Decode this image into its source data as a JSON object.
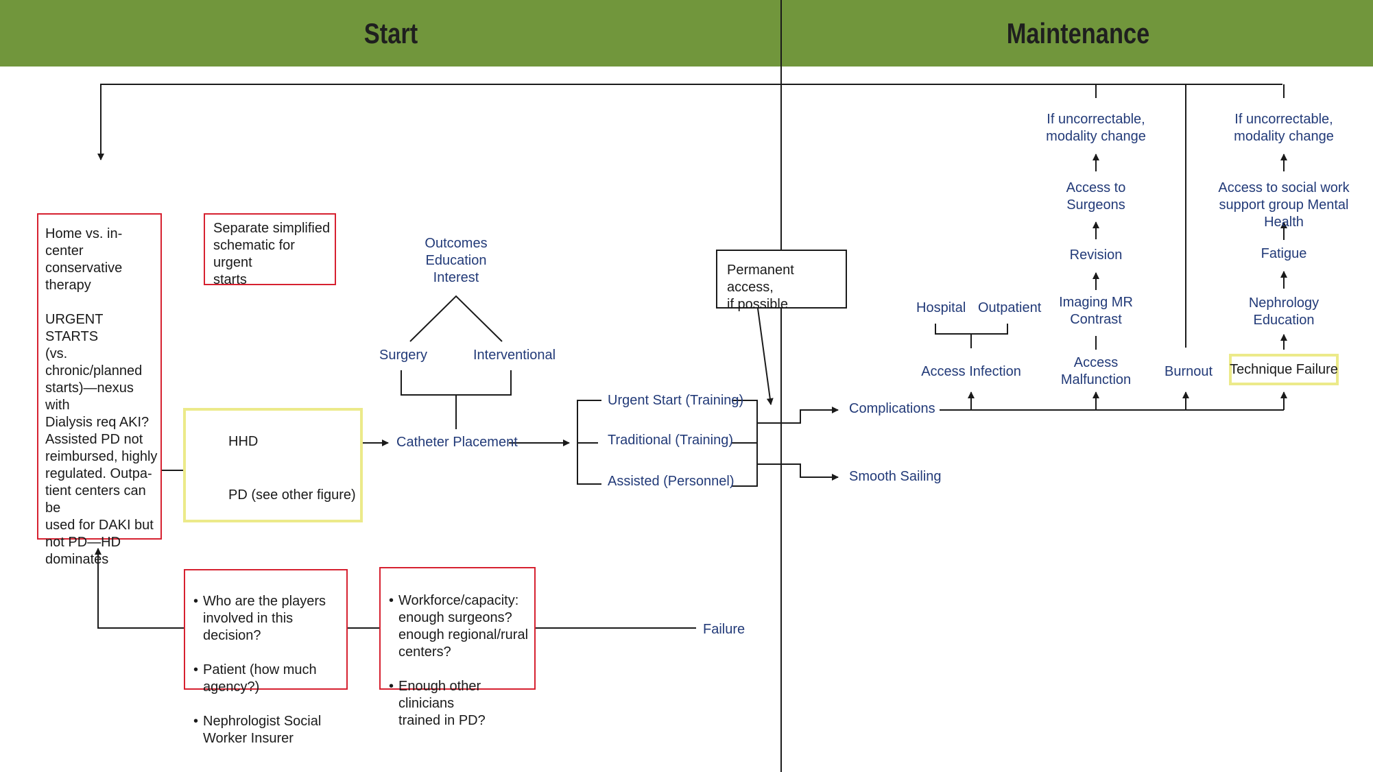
{
  "header": {
    "start_title": "Start",
    "maintenance_title": "Maintenance",
    "band_color": "#71963c"
  },
  "colors": {
    "box_red": "#d6202f",
    "box_yellow": "#ecea8a",
    "node_text_blue": "#223a78",
    "line_black": "#1a1a1a"
  },
  "start": {
    "home_box": "Home vs. in-center\nconservative therapy\n\nURGENT STARTS\n(vs. chronic/planned\nstarts)—nexus with\nDialysis req AKI?\nAssisted PD not\nreimbursed, highly\nregulated. Outpa-\ntient centers can be\nused for DAKI but\nnot PD—HD\ndominates",
    "urgent_note_box": "Separate simplified\nschematic for urgent\nstarts",
    "hhd": "HHD",
    "pd": "PD (see other figure)",
    "outcomes": "Outcomes\nEducation\nInterest",
    "surgery": "Surgery",
    "interventional": "Interventional",
    "catheter_placement": "Catheter Placement",
    "urgent_start": "Urgent Start (Training)",
    "traditional": "Traditional (Training)",
    "assisted": "Assisted (Personnel)",
    "permanent_access": "Permanent access,\nif possible",
    "players_box": [
      "Who are the players\ninvolved in this decision?",
      "Patient (how much\nagency?)",
      "Nephrologist Social\nWorker Insurer"
    ],
    "workforce_box": [
      "Workforce/capacity:\nenough surgeons?\nenough regional/rural\ncenters?",
      "Enough other clinicians\ntrained in PD?"
    ],
    "failure": "Failure"
  },
  "maintenance": {
    "complications": "Complications",
    "smooth_sailing": "Smooth Sailing",
    "hospital": "Hospital",
    "outpatient": "Outpatient",
    "access_infection": "Access Infection",
    "access_malfunction": "Access\nMalfunction",
    "imaging": "Imaging MR\nContrast",
    "revision": "Revision",
    "access_surgeons": "Access to\nSurgeons",
    "uncorrectable_1": "If uncorrectable,\nmodality change",
    "burnout": "Burnout",
    "technique_failure": "Technique Failure",
    "nephrology_education": "Nephrology\nEducation",
    "fatigue": "Fatigue",
    "social_work": "Access to social work\nsupport group Mental Health",
    "uncorrectable_2": "If uncorrectable,\nmodality change"
  }
}
